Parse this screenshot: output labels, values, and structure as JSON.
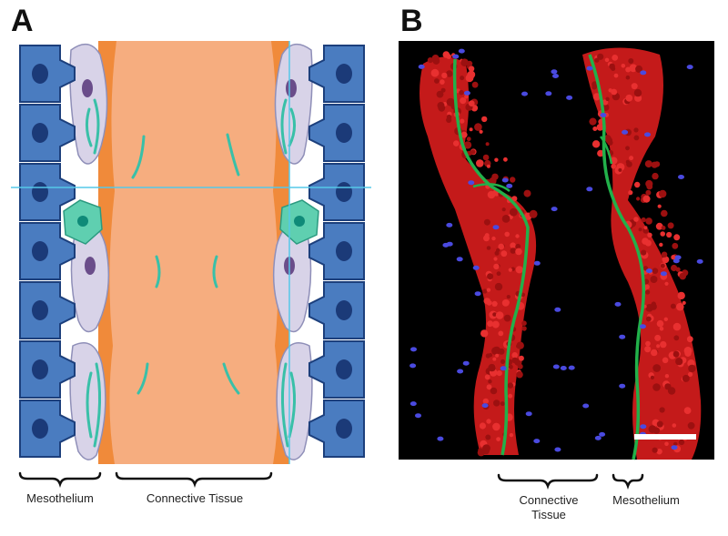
{
  "panel_a": {
    "letter": "A",
    "labels": {
      "mesothelium": "Mesothelium",
      "connective_tissue": "Connective Tissue"
    }
  },
  "panel_b": {
    "letter": "B",
    "labels": {
      "connective_tissue": "Connective\nTissue",
      "mesothelium": "Mesothelium"
    }
  },
  "colors": {
    "mesothelial_cell": "#4a7cc0",
    "nucleus": "#1b3a78",
    "smooth_muscle": "#d8d3e8",
    "smooth_muscle_nucleus": "#6a4d8a",
    "connective_tissue": "#f6ad7f",
    "connective_edge": "#f08a3a",
    "fiber": "#39c0a8",
    "round_cell": "#5fcfb0",
    "guide_line": "#55c8e8",
    "micrograph_bg": "#000000",
    "red_stain": "#d42020",
    "green_stain": "#22b04a",
    "blue_stain": "#4a4ae0"
  }
}
